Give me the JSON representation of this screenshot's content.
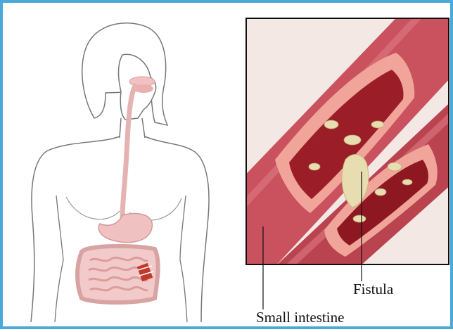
{
  "labels": {
    "fistula": "Fistula",
    "small_intestine": "Small intestine"
  },
  "colors": {
    "frame_border": "#4aa9d8",
    "outline": "#777777",
    "intestine_outer": "#c9525e",
    "intestine_inner": "#9b1d28",
    "cut_surface": "#f0a49a",
    "fistula_material": "#e8ddb0"
  },
  "icons": {
    "body": "human-torso-outline",
    "digestive_tract": "digestive-system",
    "inset": "intestine-cross-section"
  }
}
